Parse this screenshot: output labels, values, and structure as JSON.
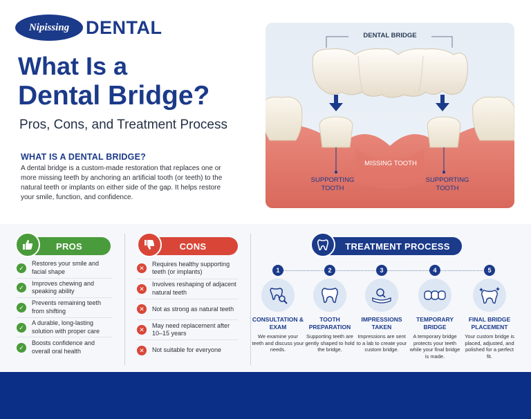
{
  "brand": {
    "script": "Nipissing",
    "word": "DENTAL"
  },
  "title": {
    "line1": "What Is a",
    "line2": "Dental Bridge?"
  },
  "subtitle": "Pros, Cons, and Treatment Process",
  "what": {
    "heading": "WHAT IS A DENTAL BRIDGE?",
    "body": "A dental bridge is a custom-made restoration that replaces one or more missing teeth by anchoring an artificial tooth (or teeth) to the natural teeth or implants on either side of the gap. It helps restore your smile, function, and confidence."
  },
  "illustration": {
    "bridge_label": "DENTAL BRIDGE",
    "supporting_left": "SUPPORTING TOOTH",
    "supporting_right": "SUPPORTING TOOTH",
    "missing": "MISSING TOOTH"
  },
  "pros": {
    "label": "PROS",
    "icon": "thumbs-up-icon",
    "items": [
      "Restores your smile and facial shape",
      "Improves chewing and speaking ability",
      "Prevents remaining teeth from shifting",
      "A durable, long-lasting solution with proper care",
      "Boosts confidence and overall oral health"
    ]
  },
  "cons": {
    "label": "CONS",
    "icon": "thumbs-down-icon",
    "items": [
      "Requires healthy supporting teeth (or implants)",
      "Involves reshaping of adjacent natural teeth",
      "Not as strong as natural teeth",
      "May need replacement after 10–15 years",
      "Not suitable for everyone"
    ]
  },
  "process": {
    "label": "TREATMENT PROCESS",
    "icon": "tooth-icon",
    "steps": [
      {
        "num": "1",
        "title": "CONSULTATION & EXAM",
        "desc": "We examine your teeth and discuss your needs.",
        "icon": "tooth-magnifier-icon"
      },
      {
        "num": "2",
        "title": "TOOTH PREPARATION",
        "desc": "Supporting teeth are gently shaped to hold the bridge.",
        "icon": "tooth-icon"
      },
      {
        "num": "3",
        "title": "IMPRESSIONS TAKEN",
        "desc": "Impressions are sent to a lab to create your custom bridge.",
        "icon": "impression-tray-icon"
      },
      {
        "num": "4",
        "title": "TEMPORARY BRIDGE",
        "desc": "A temporary bridge protects your teeth while your final bridge is made.",
        "icon": "temporary-bridge-icon"
      },
      {
        "num": "5",
        "title": "FINAL BRIDGE PLACEMENT",
        "desc": "Your custom bridge is placed, adjusted, and polished for a perfect fit.",
        "icon": "sparkling-tooth-icon"
      }
    ]
  },
  "colors": {
    "brand_blue": "#1b3a8a",
    "pros_green": "#4a9b3b",
    "cons_red": "#d94638",
    "footer_blue": "#0b2f86"
  }
}
